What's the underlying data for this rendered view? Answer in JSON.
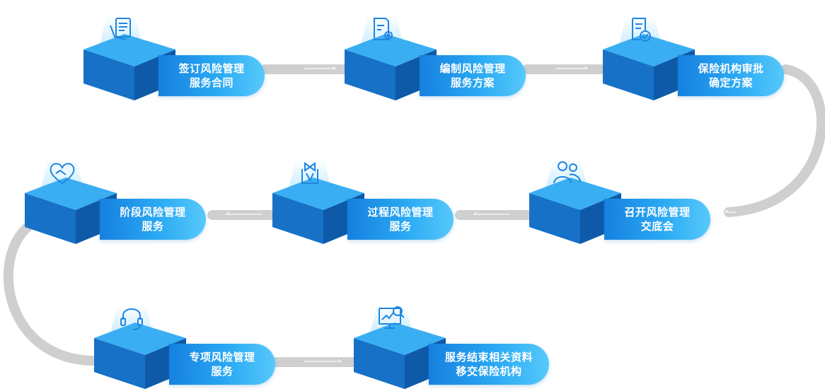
{
  "colors": {
    "track": "#c9c9c9",
    "accent": "#1e90ea",
    "cube_top": "#35a9f0",
    "cube_left": "#1573c9",
    "cube_right": "#0f5fb0"
  },
  "steps": [
    {
      "icon": "contract-document-icon",
      "line1": "签订风险管理",
      "line2": "服务合同"
    },
    {
      "icon": "document-settings-icon",
      "line1": "编制风险管理",
      "line2": "服务方案"
    },
    {
      "icon": "approved-document-icon",
      "line1": "保险机构审批",
      "line2": "确定方案"
    },
    {
      "icon": "people-group-icon",
      "line1": "召开风险管理",
      "line2": "交底会"
    },
    {
      "icon": "bowtie-shirt-icon",
      "line1": "过程风险管理",
      "line2": "服务"
    },
    {
      "icon": "handshake-heart-icon",
      "line1": "阶段风险管理",
      "line2": "服务"
    },
    {
      "icon": "headset-icon",
      "line1": "专项风险管理",
      "line2": "服务"
    },
    {
      "icon": "monitor-search-icon",
      "line1": "服务结束相关资料",
      "line2": "移交保险机构"
    }
  ]
}
